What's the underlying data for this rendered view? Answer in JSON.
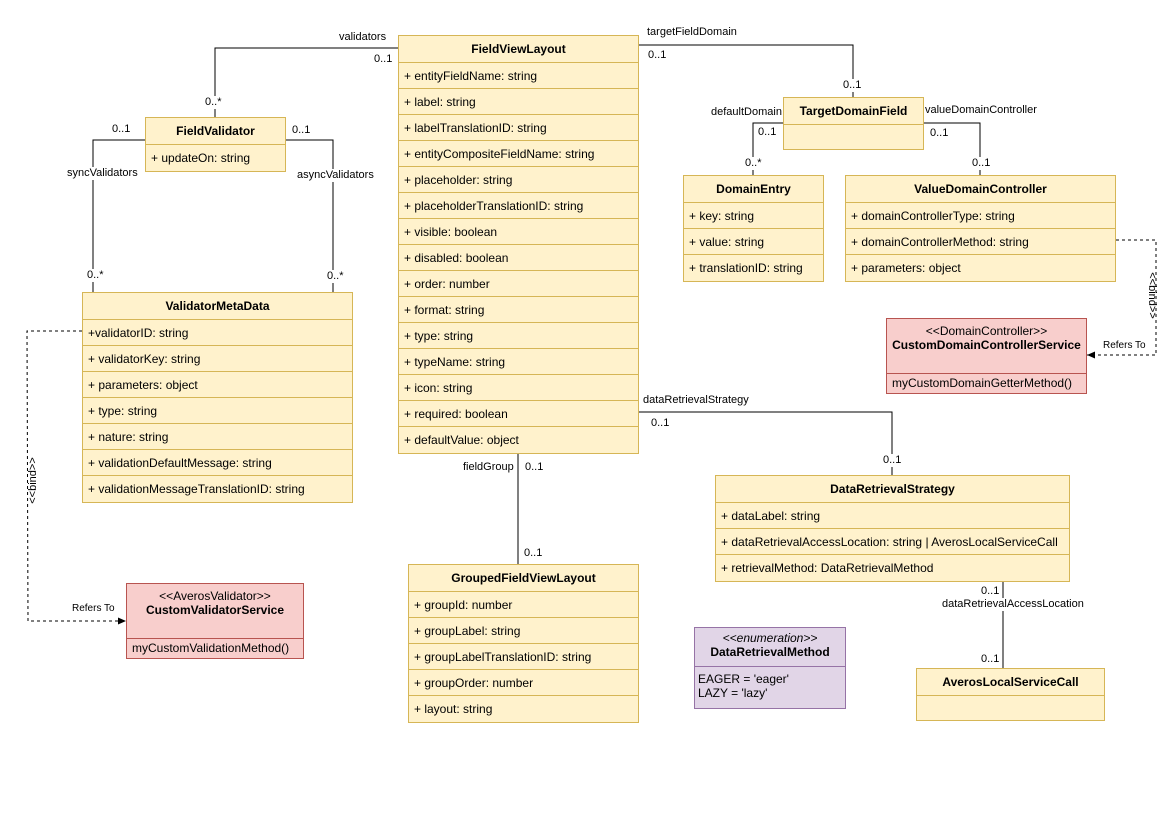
{
  "classes": {
    "field_view_layout": {
      "name": "FieldViewLayout",
      "attributes": [
        "+ entityFieldName: string",
        "+ label: string",
        "+ labelTranslationID: string",
        "+ entityCompositeFieldName: string",
        "+ placeholder: string",
        "+ placeholderTranslationID: string",
        "+ visible: boolean",
        "+ disabled: boolean",
        "+ order: number",
        "+ format: string",
        "+ type: string",
        "+ typeName: string",
        "+ icon: string",
        "+ required: boolean",
        "+ defaultValue: object"
      ]
    },
    "field_validator": {
      "name": "FieldValidator",
      "attributes": [
        "+ updateOn: string"
      ]
    },
    "validator_meta_data": {
      "name": "ValidatorMetaData",
      "attributes": [
        "+validatorID: string",
        "+ validatorKey: string",
        "+ parameters: object",
        "+ type: string",
        "+ nature: string",
        "+ validationDefaultMessage: string",
        "+ validationMessageTranslationID: string"
      ]
    },
    "target_domain_field": {
      "name": "TargetDomainField",
      "attributes": []
    },
    "domain_entry": {
      "name": "DomainEntry",
      "attributes": [
        "+ key: string",
        "+ value: string",
        "+ translationID: string"
      ]
    },
    "value_domain_controller": {
      "name": "ValueDomainController",
      "attributes": [
        "+ domainControllerType: string",
        "+ domainControllerMethod: string",
        "+ parameters: object"
      ]
    },
    "grouped_field_view_layout": {
      "name": "GroupedFieldViewLayout",
      "attributes": [
        "+ groupId: number",
        "+ groupLabel: string",
        "+ groupLabelTranslationID: string",
        "+ groupOrder: number",
        "+ layout: string"
      ]
    },
    "data_retrieval_strategy": {
      "name": "DataRetrievalStrategy",
      "attributes": [
        "+ dataLabel: string",
        "+ dataRetrievalAccessLocation: string | AverosLocalServiceCall",
        "+ retrievalMethod: DataRetrievalMethod"
      ]
    },
    "averos_local_service_call": {
      "name": "AverosLocalServiceCall",
      "attributes": []
    }
  },
  "services": {
    "custom_domain_controller_service": {
      "stereotype": "<<DomainController>>",
      "name": "CustomDomainControllerService",
      "method": "myCustomDomainGetterMethod()"
    },
    "custom_validator_service": {
      "stereotype": "<<AverosValidator>>",
      "name": "CustomValidatorService",
      "method": "myCustomValidationMethod()"
    }
  },
  "enumeration": {
    "stereotype": "<<enumeration>>",
    "name": "DataRetrievalMethod",
    "literals": [
      "EAGER = 'eager'",
      "LAZY = 'lazy'"
    ]
  },
  "associations": {
    "validators": {
      "role": "validators",
      "source_mult": "0..1",
      "target_mult": "0..*"
    },
    "target_field_domain": {
      "role": "targetFieldDomain",
      "source_mult": "0..1",
      "target_mult": "0..1"
    },
    "default_domain": {
      "role": "defaultDomain",
      "source_mult": "0..1",
      "target_mult": "0..*"
    },
    "value_domain_controller": {
      "role": "valueDomainController",
      "source_mult": "0..1",
      "target_mult": "0..1"
    },
    "sync_validators": {
      "role": "syncValidators",
      "source_mult": "0..1",
      "target_mult": "0..*"
    },
    "async_validators": {
      "role": "asyncValidators",
      "source_mult": "0..1",
      "target_mult": "0..*"
    },
    "field_group": {
      "role": "fieldGroup",
      "source_mult": "0..1",
      "target_mult": "0..1"
    },
    "data_retrieval_strategy": {
      "role": "dataRetrievalStrategy",
      "source_mult": "0..1",
      "target_mult": "0..1"
    },
    "data_retrieval_access_location": {
      "role": "dataRetrievalAccessLocation",
      "source_mult": "0..1",
      "target_mult": "0..1"
    }
  },
  "dependencies": {
    "domain_controller_bind": {
      "stereotype": "<<bind>>",
      "label": "Refers To"
    },
    "validator_bind": {
      "stereotype": "<<bind>>",
      "label": "Refers To"
    }
  },
  "colors": {
    "class_fill": "#fff2cc",
    "class_stroke": "#d6b656",
    "service_fill": "#f8cecc",
    "service_stroke": "#b85450",
    "enum_fill": "#e1d5e7",
    "enum_stroke": "#9673a6"
  }
}
